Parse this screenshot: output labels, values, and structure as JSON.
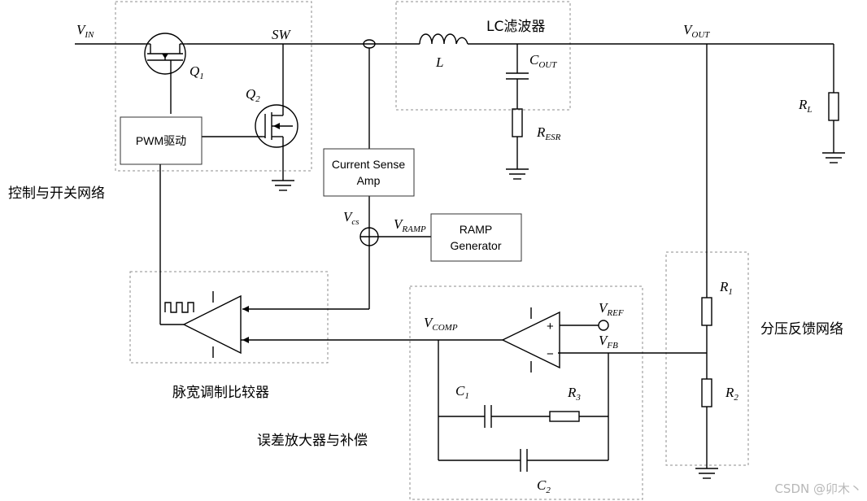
{
  "labels": {
    "vin": {
      "main": "V",
      "sub": "IN"
    },
    "sw": "SW",
    "vout": {
      "main": "V",
      "sub": "OUT"
    },
    "q1": {
      "main": "Q",
      "sub": "1"
    },
    "q2": {
      "main": "Q",
      "sub": "2"
    },
    "l": "L",
    "cout": {
      "main": "C",
      "sub": "OUT"
    },
    "resr": {
      "main": "R",
      "sub": "ESR"
    },
    "rl": {
      "main": "R",
      "sub": "L"
    },
    "vcs": {
      "main": "V",
      "sub": "cs"
    },
    "vramp": {
      "main": "V",
      "sub": "RAMP"
    },
    "vcomp": {
      "main": "V",
      "sub": "COMP"
    },
    "vref": {
      "main": "V",
      "sub": "REF"
    },
    "vfb": {
      "main": "V",
      "sub": "FB"
    },
    "r1": {
      "main": "R",
      "sub": "1"
    },
    "r2": {
      "main": "R",
      "sub": "2"
    },
    "r3": {
      "main": "R",
      "sub": "3"
    },
    "c1": {
      "main": "C",
      "sub": "1"
    },
    "c2": {
      "main": "C",
      "sub": "2"
    },
    "plus": "+",
    "minus": "−"
  },
  "blocks": {
    "pwm_driver": "PWM驱动",
    "current_sense": [
      "Current Sense",
      "Amp"
    ],
    "ramp_generator": [
      "RAMP",
      "Generator"
    ]
  },
  "groups": {
    "lc_filter": "LC滤波器",
    "control_switch": "控制与开关网络",
    "pwm_comparator": "脉宽调制比较器",
    "divider_feedback": "分压反馈网络",
    "error_amp": "误差放大器与补偿"
  },
  "watermark": "CSDN @卯木丶"
}
